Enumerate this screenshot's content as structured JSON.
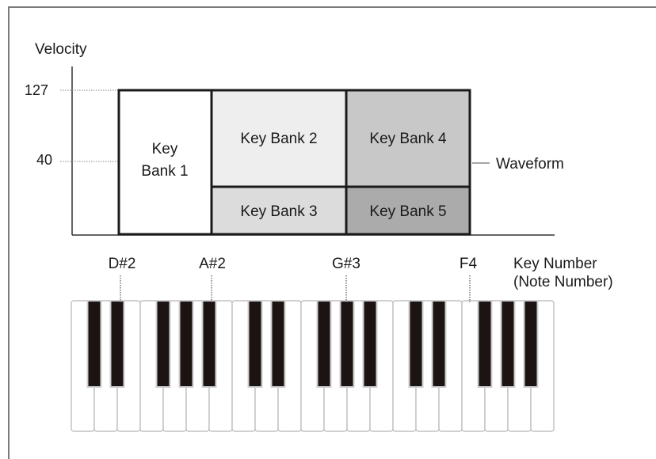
{
  "axis": {
    "y_label": "Velocity",
    "ticks": [
      "127",
      "40"
    ]
  },
  "banks": {
    "bank1_line1": "Key",
    "bank1_line2": "Bank 1",
    "bank2": "Key Bank 2",
    "bank3": "Key Bank 3",
    "bank4": "Key Bank 4",
    "bank5": "Key Bank 5"
  },
  "waveform_label": "Waveform",
  "notes": [
    "D#2",
    "A#2",
    "G#3",
    "F4"
  ],
  "key_number_label": {
    "line1": "Key Number",
    "line2": "(Note Number)"
  },
  "colors": {
    "bank1": "#ffffff",
    "bank2": "#eeeeee",
    "bank3": "#dcdcdc",
    "bank4": "#c8c8c8",
    "bank5": "#ababab",
    "black_key": "#1c1412"
  }
}
